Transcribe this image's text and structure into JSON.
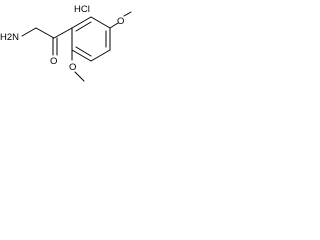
{
  "molecule": {
    "amine_label": "H2N",
    "salt_label": "HCl",
    "carbonyl_label": "O",
    "methoxy_para_label": "O",
    "methoxy_ortho_label": "O"
  }
}
